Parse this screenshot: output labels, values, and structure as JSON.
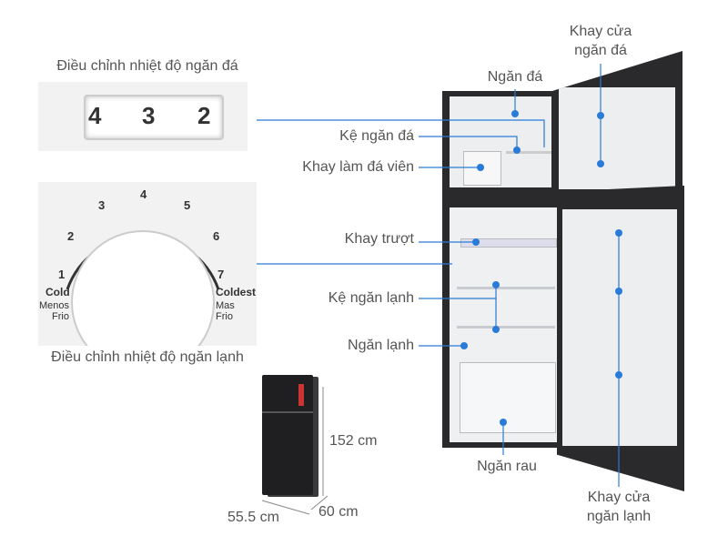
{
  "freezer_dial": {
    "caption": "Điều chỉnh nhiệt độ ngăn đá",
    "numbers": [
      "4",
      "3",
      "2"
    ]
  },
  "fridge_dial": {
    "caption": "Điều chỉnh nhiệt độ ngăn lạnh",
    "ticks": [
      "1",
      "2",
      "3",
      "4",
      "5",
      "6",
      "7"
    ],
    "left_label": "Cold",
    "left_sub1": "Menos",
    "left_sub2": "Frio",
    "right_label": "Coldest",
    "right_sub1": "Mas",
    "right_sub2": "Frio"
  },
  "dimensions": {
    "height": "152 cm",
    "width": "55.5 cm",
    "depth": "60 cm"
  },
  "labels": {
    "freezer": "Ngăn đá",
    "freezer_door_tray_1": "Khay cửa",
    "freezer_door_tray_2": "ngăn đá",
    "freezer_shelf": "Kệ ngăn đá",
    "ice_tray": "Khay làm đá viên",
    "sliding_tray": "Khay trượt",
    "fridge_shelf": "Kệ ngăn lạnh",
    "fridge": "Ngăn lạnh",
    "vegetable": "Ngăn rau",
    "fridge_door_tray_1": "Khay cửa",
    "fridge_door_tray_2": "ngăn lạnh"
  },
  "colors": {
    "accent": "#2a7bd8",
    "body": "#2a2a2c"
  }
}
